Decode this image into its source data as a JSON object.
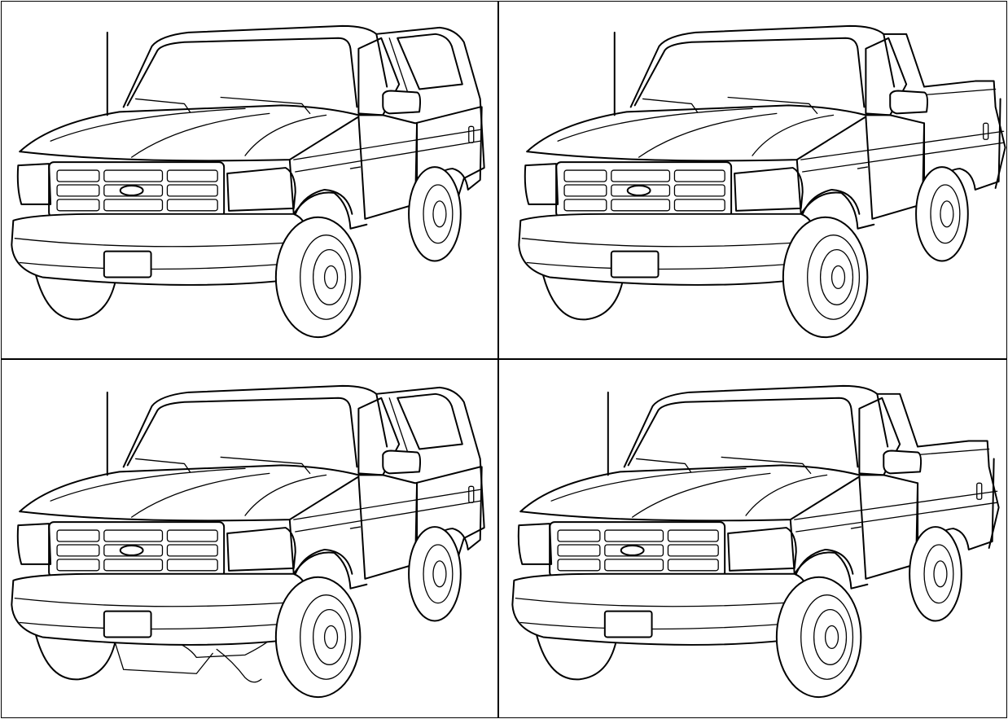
{
  "panels": [
    {
      "id": "p0",
      "name": "truck-suv-topper-panel",
      "body": "suv",
      "skid": false
    },
    {
      "id": "p1",
      "name": "truck-pickup-panel",
      "body": "pickup",
      "skid": false
    },
    {
      "id": "p2",
      "name": "truck-suv-offroad-panel",
      "body": "suv",
      "skid": true
    },
    {
      "id": "p3",
      "name": "truck-pickup-long-panel",
      "body": "pickup",
      "skid": false
    }
  ],
  "colors": {
    "line": "#000000",
    "fill": "#ffffff",
    "border": "#000000"
  }
}
